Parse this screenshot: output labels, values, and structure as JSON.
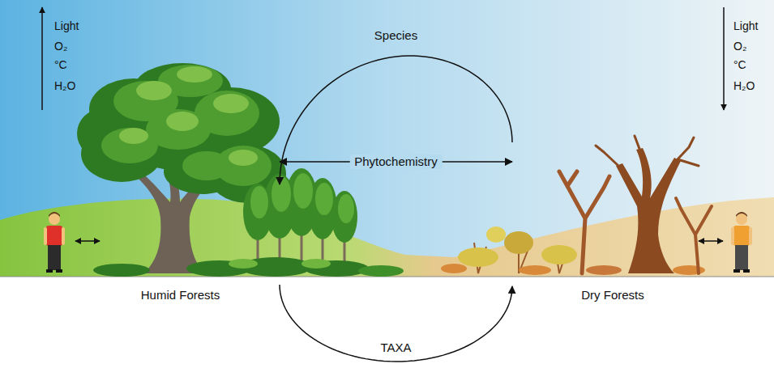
{
  "diagram": {
    "nodes": [
      {
        "text": [
          "Humid Forests"
        ]
      },
      {
        "text": [
          "Dry Forests"
        ]
      }
    ],
    "edges": [
      {
        "from": 1,
        "to": 0,
        "arrow": "to",
        "label": "Species"
      },
      {
        "from": 0,
        "to": 1,
        "arrow": "both",
        "label": "Phytochemistry"
      },
      {
        "from": 0,
        "to": 1,
        "arrow": "to",
        "label": "TAXA"
      }
    ],
    "labels": [
      "Light",
      "O₂",
      "°C",
      "H₂O",
      "Light",
      "O₂",
      "°C",
      "H₂O"
    ]
  }
}
